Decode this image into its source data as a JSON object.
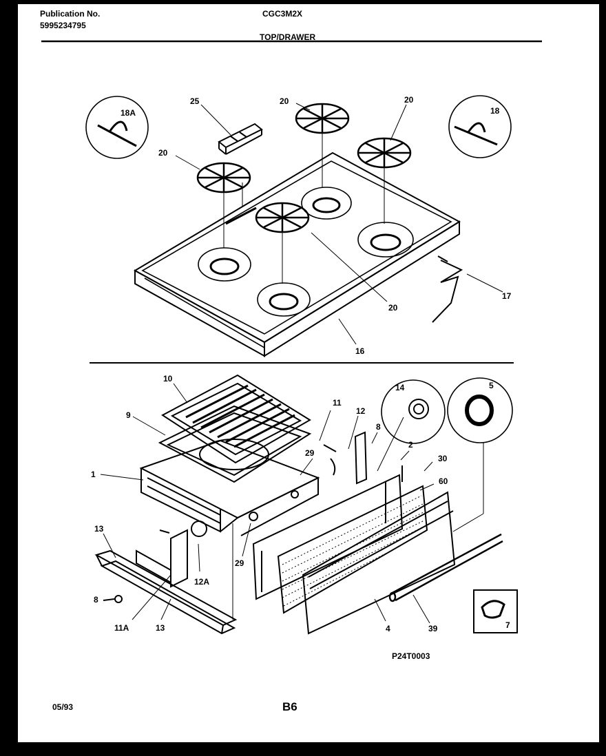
{
  "header": {
    "publication_label": "Publication No.",
    "publication_number": "5995234795",
    "model": "CGC3M2X",
    "section": "TOP/DRAWER"
  },
  "callouts": {
    "c18A": "18A",
    "c25": "25",
    "c20a": "20",
    "c20b": "20",
    "c20c": "20",
    "c20d": "20",
    "c18": "18",
    "c17": "17",
    "c16": "16",
    "c10": "10",
    "c9": "9",
    "c1": "1",
    "c11": "11",
    "c12": "12",
    "c8a": "8",
    "c14": "14",
    "c5": "5",
    "c29a": "29",
    "c2": "2",
    "c30": "30",
    "c60": "60",
    "c13a": "13",
    "c29b": "29",
    "c12A": "12A",
    "c8b": "8",
    "c11A": "11A",
    "c13b": "13",
    "c4": "4",
    "c39": "39",
    "c7": "7"
  },
  "figure_code": "P24T0003",
  "footer": {
    "date": "05/93",
    "page": "B6"
  }
}
